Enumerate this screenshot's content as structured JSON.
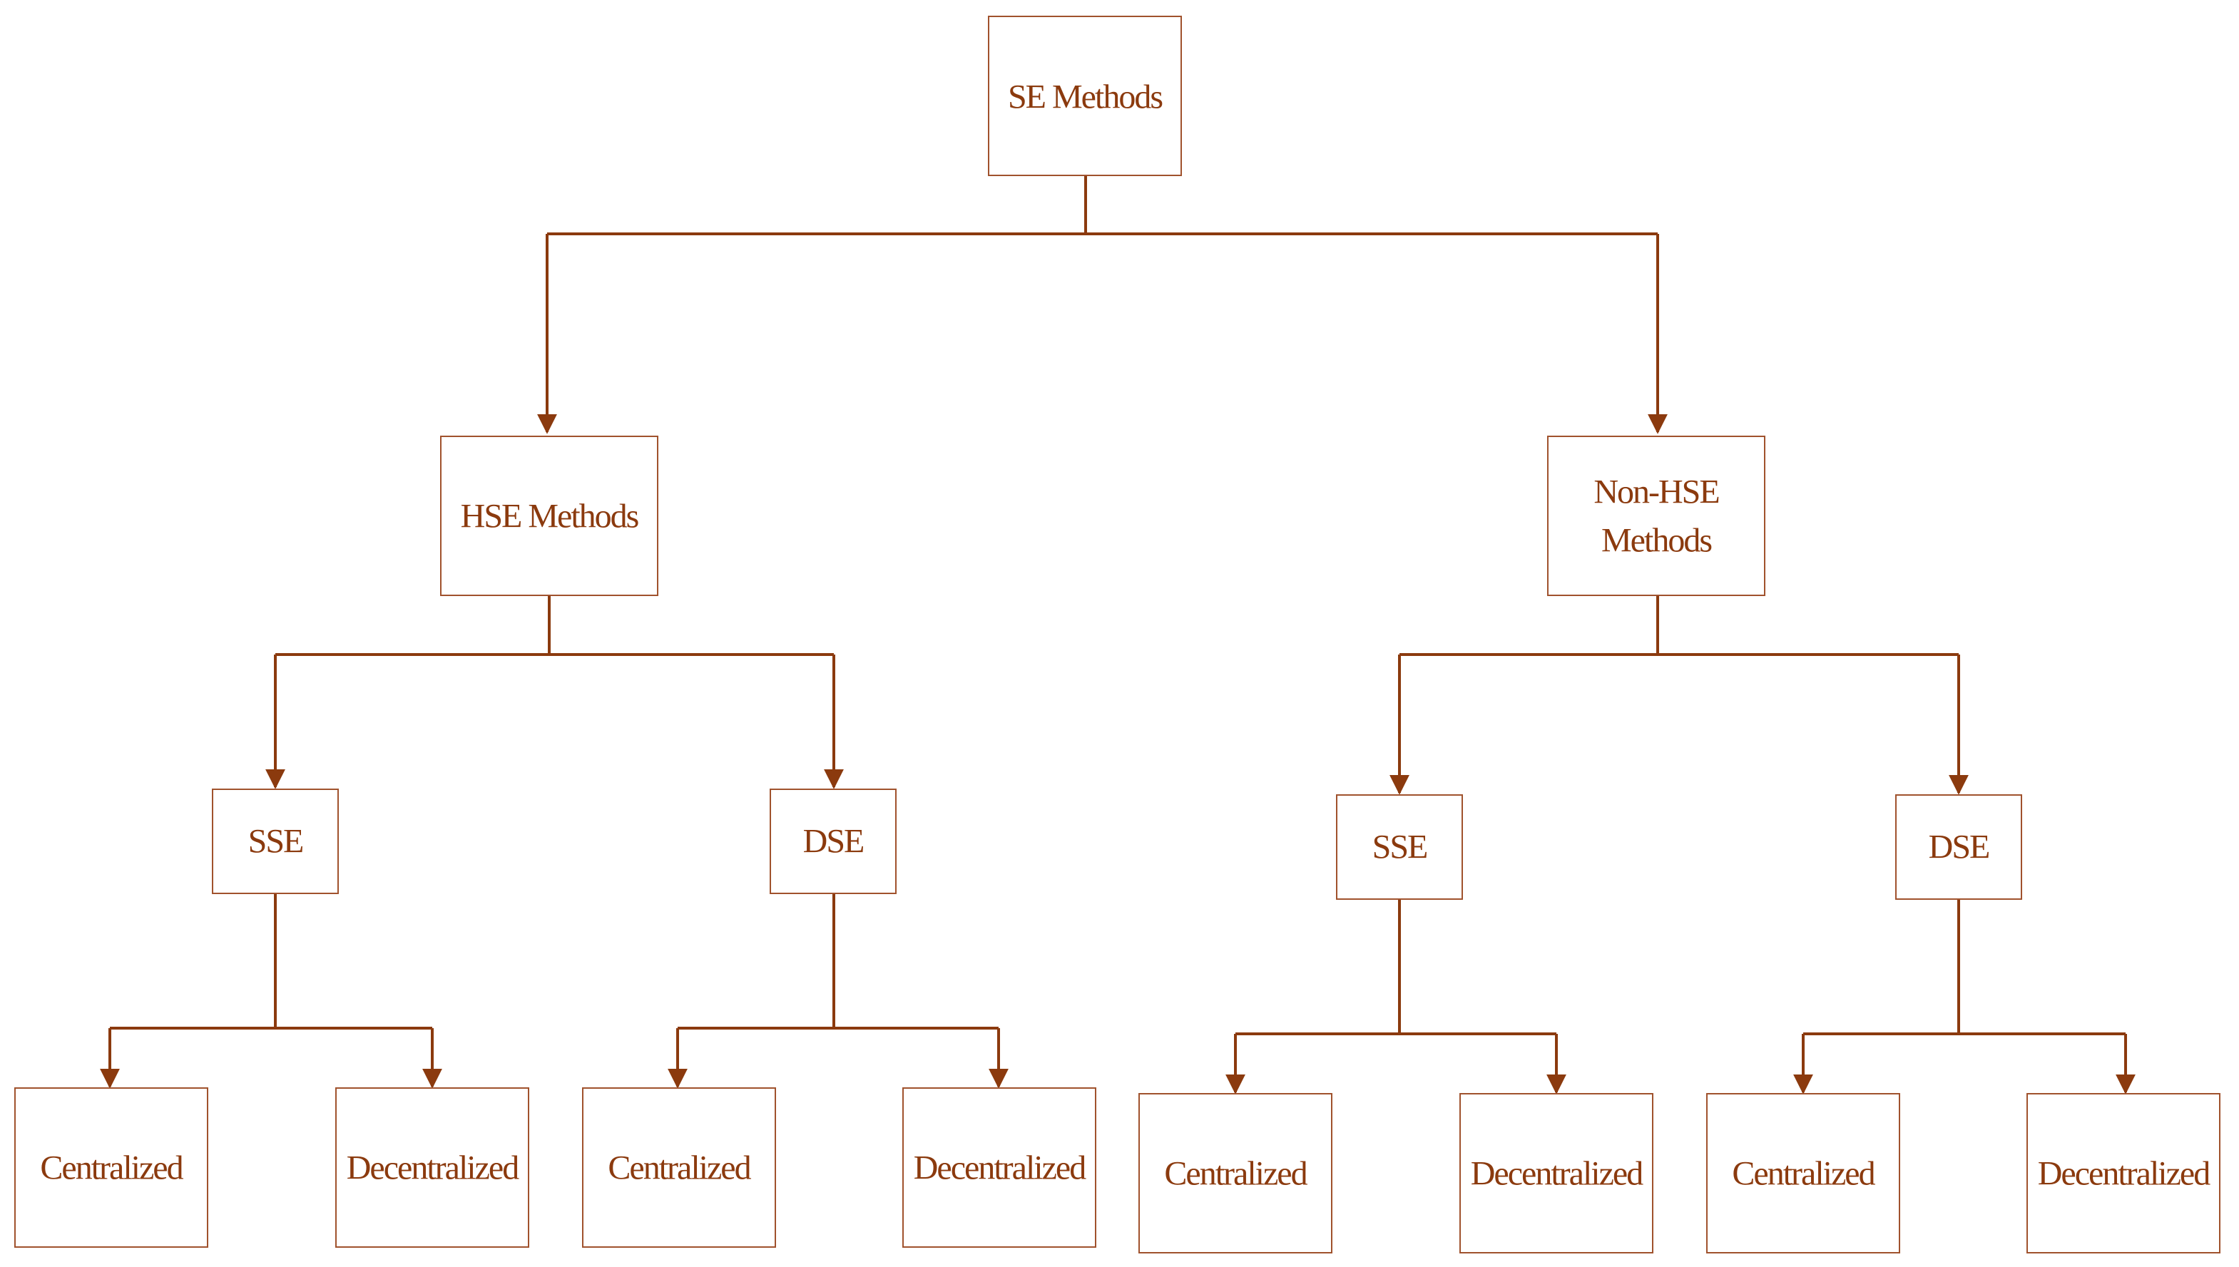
{
  "nodes": {
    "root": {
      "label": "SE Methods"
    },
    "hse": {
      "label": "HSE Methods"
    },
    "non_hse": {
      "line1": "Non-HSE",
      "line2": "Methods"
    },
    "hse_sse": {
      "label": "SSE"
    },
    "hse_dse": {
      "label": "DSE"
    },
    "nonhse_sse": {
      "label": "SSE"
    },
    "nonhse_dse": {
      "label": "DSE"
    },
    "hse_sse_centralized": {
      "label": "Centralized"
    },
    "hse_sse_decentralized": {
      "label": "Decentralized"
    },
    "hse_dse_centralized": {
      "label": "Centralized"
    },
    "hse_dse_decentralized": {
      "label": "Decentralized"
    },
    "nonhse_sse_centralized": {
      "label": "Centralized"
    },
    "nonhse_sse_decentralized": {
      "label": "Decentralized"
    },
    "nonhse_dse_centralized": {
      "label": "Centralized"
    },
    "nonhse_dse_decentralized": {
      "label": "Decentralized"
    }
  },
  "colors": {
    "line": "#8B3A0E",
    "box_border": "#A0522D",
    "text": "#8B3A0E"
  }
}
